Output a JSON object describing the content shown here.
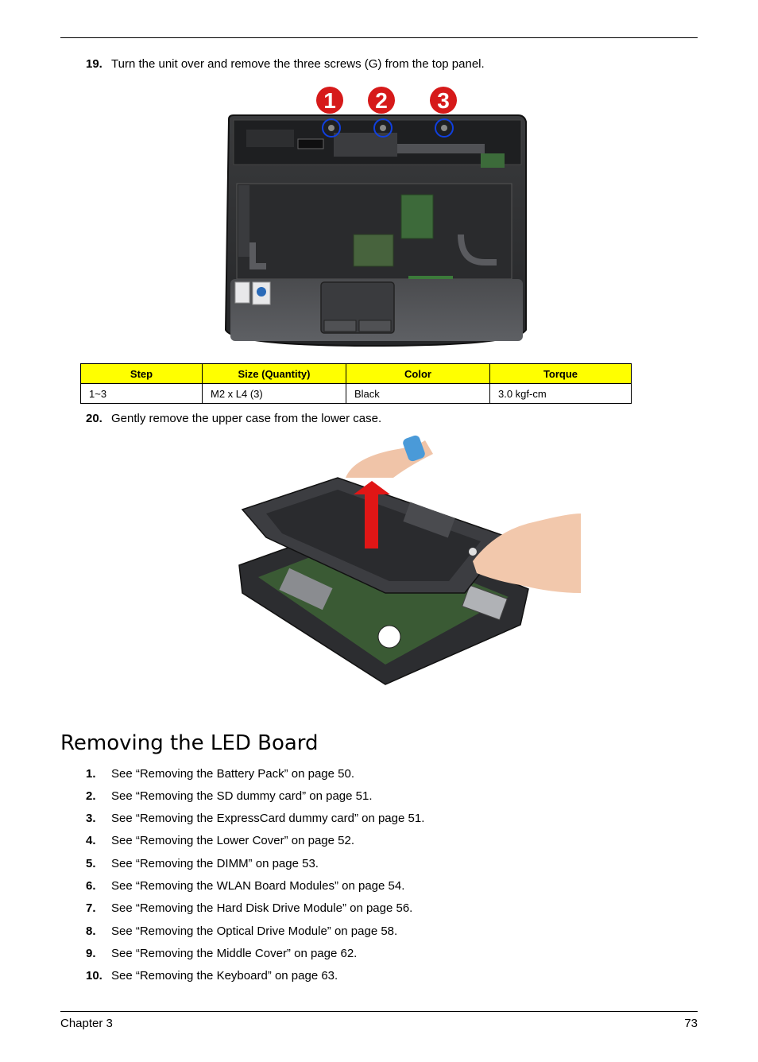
{
  "step19": {
    "number": "19.",
    "text": "Turn the unit over and remove the three screws (G) from the top panel."
  },
  "callouts": [
    "1",
    "2",
    "3"
  ],
  "screw_table": {
    "headers": [
      "Step",
      "Size (Quantity)",
      "Color",
      "Torque"
    ],
    "rows": [
      [
        "1~3",
        "M2 x L4 (3)",
        "Black",
        "3.0 kgf-cm"
      ]
    ],
    "header_color": "#ffff00"
  },
  "step20": {
    "number": "20.",
    "text": "Gently remove the upper case from the lower case."
  },
  "section_title": "Removing the LED Board",
  "steps": [
    {
      "number": "1.",
      "text": "See “Removing the Battery Pack” on page 50."
    },
    {
      "number": "2.",
      "text": "See “Removing the SD dummy card” on page 51."
    },
    {
      "number": "3.",
      "text": "See “Removing the ExpressCard dummy card” on page 51."
    },
    {
      "number": "4.",
      "text": "See “Removing the Lower Cover” on page 52."
    },
    {
      "number": "5.",
      "text": "See “Removing the DIMM” on page 53."
    },
    {
      "number": "6.",
      "text": "See “Removing the WLAN Board Modules” on page 54."
    },
    {
      "number": "7.",
      "text": "See “Removing the Hard Disk Drive Module” on page 56."
    },
    {
      "number": "8.",
      "text": "See “Removing the Optical Drive Module” on page 58."
    },
    {
      "number": "9.",
      "text": "See “Removing the Middle Cover” on page 62."
    },
    {
      "number": "10.",
      "text": "See “Removing the Keyboard” on page 63."
    }
  ],
  "footer": {
    "chapter": "Chapter 3",
    "page": "73"
  }
}
